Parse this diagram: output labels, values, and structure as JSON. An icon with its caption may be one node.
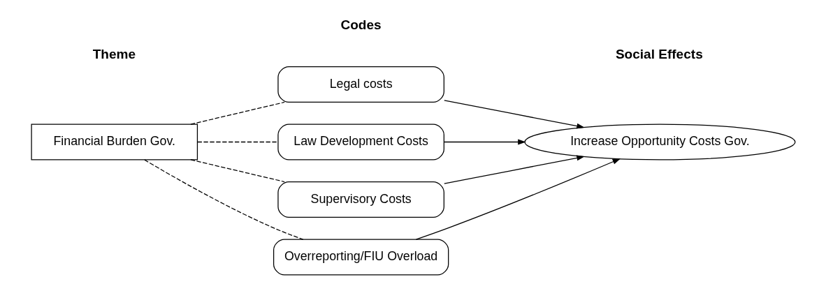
{
  "diagram": {
    "nodes": [
      {
        "text": [
          "Financial Burden Gov."
        ]
      },
      {
        "text": [
          "Legal costs"
        ]
      },
      {
        "text": [
          "Law Development Costs"
        ]
      },
      {
        "text": [
          "Supervisory Costs"
        ]
      },
      {
        "text": [
          "Overreporting/FIU Overload"
        ]
      },
      {
        "text": [
          "Increase Opportunity Costs Gov."
        ]
      }
    ],
    "edges": [
      {
        "from": 0,
        "to": 1,
        "arrow": "none",
        "style": "dashed"
      },
      {
        "from": 0,
        "to": 2,
        "arrow": "none",
        "style": "dashed"
      },
      {
        "from": 0,
        "to": 3,
        "arrow": "none",
        "style": "dashed"
      },
      {
        "from": 0,
        "to": 4,
        "arrow": "none",
        "style": "dashed"
      },
      {
        "from": 1,
        "to": 5,
        "arrow": "to"
      },
      {
        "from": 2,
        "to": 5,
        "arrow": "to"
      },
      {
        "from": 3,
        "to": 5,
        "arrow": "to"
      },
      {
        "from": 4,
        "to": 5,
        "arrow": "to"
      }
    ],
    "labels": [
      "Theme",
      "Codes",
      "Social Effects"
    ]
  }
}
